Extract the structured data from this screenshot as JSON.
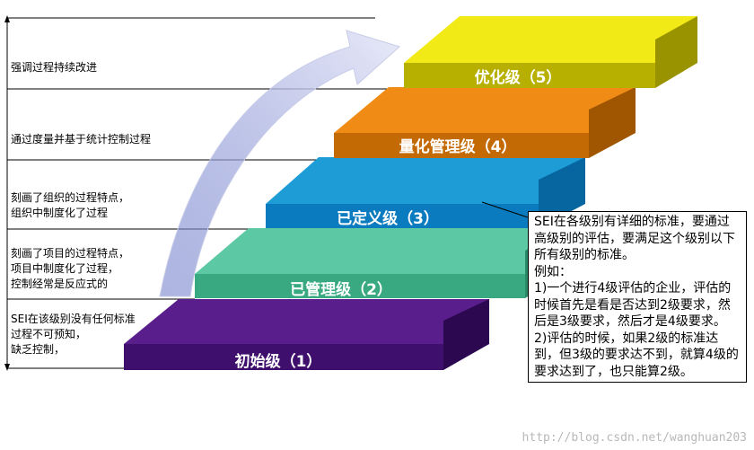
{
  "levels": [
    {
      "label": "初始级（1）",
      "top": "#5a1e8c",
      "front": "#3e0f6c",
      "side": "#2c0850"
    },
    {
      "label": "已管理级（2）",
      "top": "#5cc8a4",
      "front": "#39a982",
      "side": "#2a8a68"
    },
    {
      "label": "已定义级（3）",
      "top": "#1d9cd6",
      "front": "#0a7bbf",
      "side": "#0765a0"
    },
    {
      "label": "量化管理级（4）",
      "top": "#f08c16",
      "front": "#c46a05",
      "side": "#a05600"
    },
    {
      "label": "优化级（5）",
      "top": "#f1ea16",
      "front": "#b8b000",
      "side": "#9a9300"
    }
  ],
  "descriptions": [
    "强调过程持续改进",
    "通过度量并基于统计控制过程",
    "刻画了组织的过程特点，\n组织中制度化了过程",
    "刻画了项目的过程特点，\n项目中制度化了过程，\n控制经常是反应式的",
    "SEI在该级别没有任何标准\n过程不可预知，\n缺乏控制，"
  ],
  "note": "SEI在各级别有详细的标准，要通过高级别的评估，要满足这个级别以下所有级别的标准。\n例如：\n1)一个进行4级评估的企业，评估的时候首先是看是否达到2级要求，然后是3级要求，然后才是4级要求。\n2)评估的时候，如果2级的标准达到，但3级的要求达不到，就算4级的要求达到了，也只能算2级。",
  "watermark": "http://blog.csdn.net/wanghuan203"
}
